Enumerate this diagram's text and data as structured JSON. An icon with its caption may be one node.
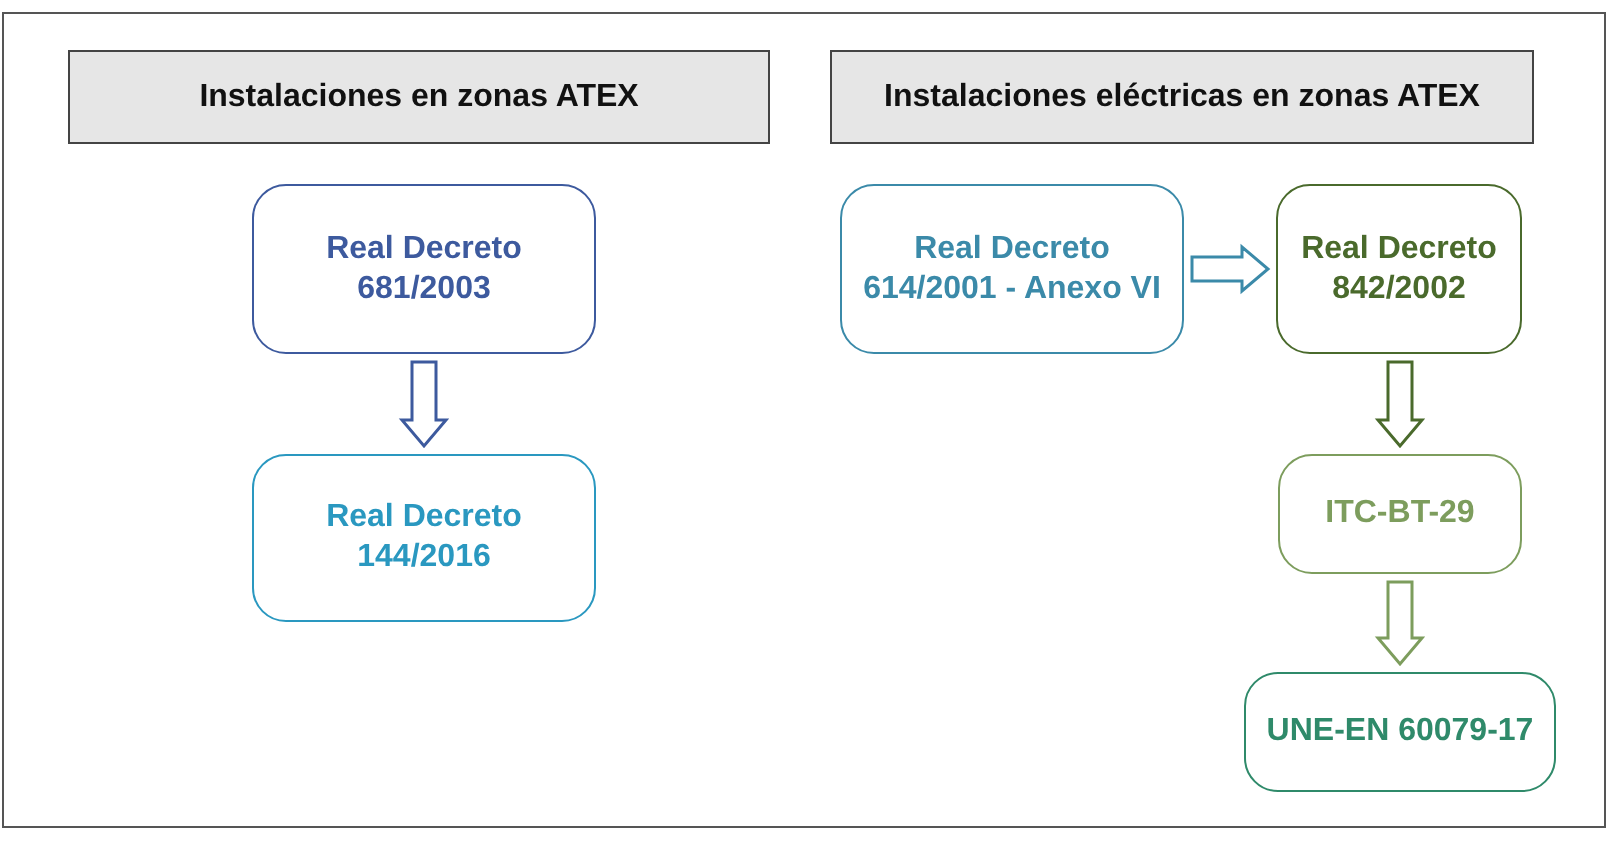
{
  "diagram": {
    "nodes": [
      {
        "text": [
          "Instalaciones en zonas ATEX"
        ]
      },
      {
        "text": [
          "Instalaciones eléctricas en zonas ATEX"
        ]
      },
      {
        "text": [
          "Real Decreto 681/2003"
        ]
      },
      {
        "text": [
          "Real Decreto 144/2016"
        ]
      },
      {
        "text": [
          "Real Decreto 614/2001 - Anexo VI"
        ]
      },
      {
        "text": [
          "Real Decreto 842/2002"
        ]
      },
      {
        "text": [
          "ITC-BT-29"
        ]
      },
      {
        "text": [
          "UNE-EN 60079-17"
        ]
      }
    ],
    "edges": [
      {
        "from": 2,
        "to": 3,
        "arrow": "to",
        "color": "#3d5a9e"
      },
      {
        "from": 4,
        "to": 5,
        "arrow": "to",
        "color": "#3b8aa9"
      },
      {
        "from": 5,
        "to": 6,
        "arrow": "to",
        "color": "#4a6a2c"
      },
      {
        "from": 6,
        "to": 7,
        "arrow": "to",
        "color": "#7d9d5d"
      }
    ]
  }
}
